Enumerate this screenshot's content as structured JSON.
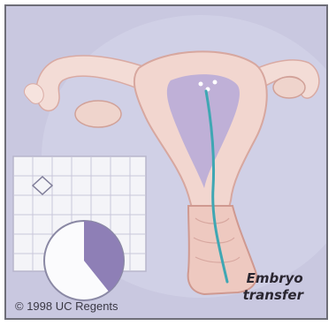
{
  "caption": {
    "line1": "Embryo",
    "line2": "transfer"
  },
  "copyright": "© 1998 UC Regents",
  "colors": {
    "background": "#c9c8e0",
    "uterus": "#f2d6cf",
    "uterus_shadow": "#e7b9b0",
    "cavity": "#b6a9d8",
    "catheter": "#3fa7b3",
    "calendar": "#f4f4f8",
    "clock_slice": "#8e7fb6"
  },
  "icons": [
    "calendar-icon",
    "clock-icon",
    "catheter-icon"
  ]
}
